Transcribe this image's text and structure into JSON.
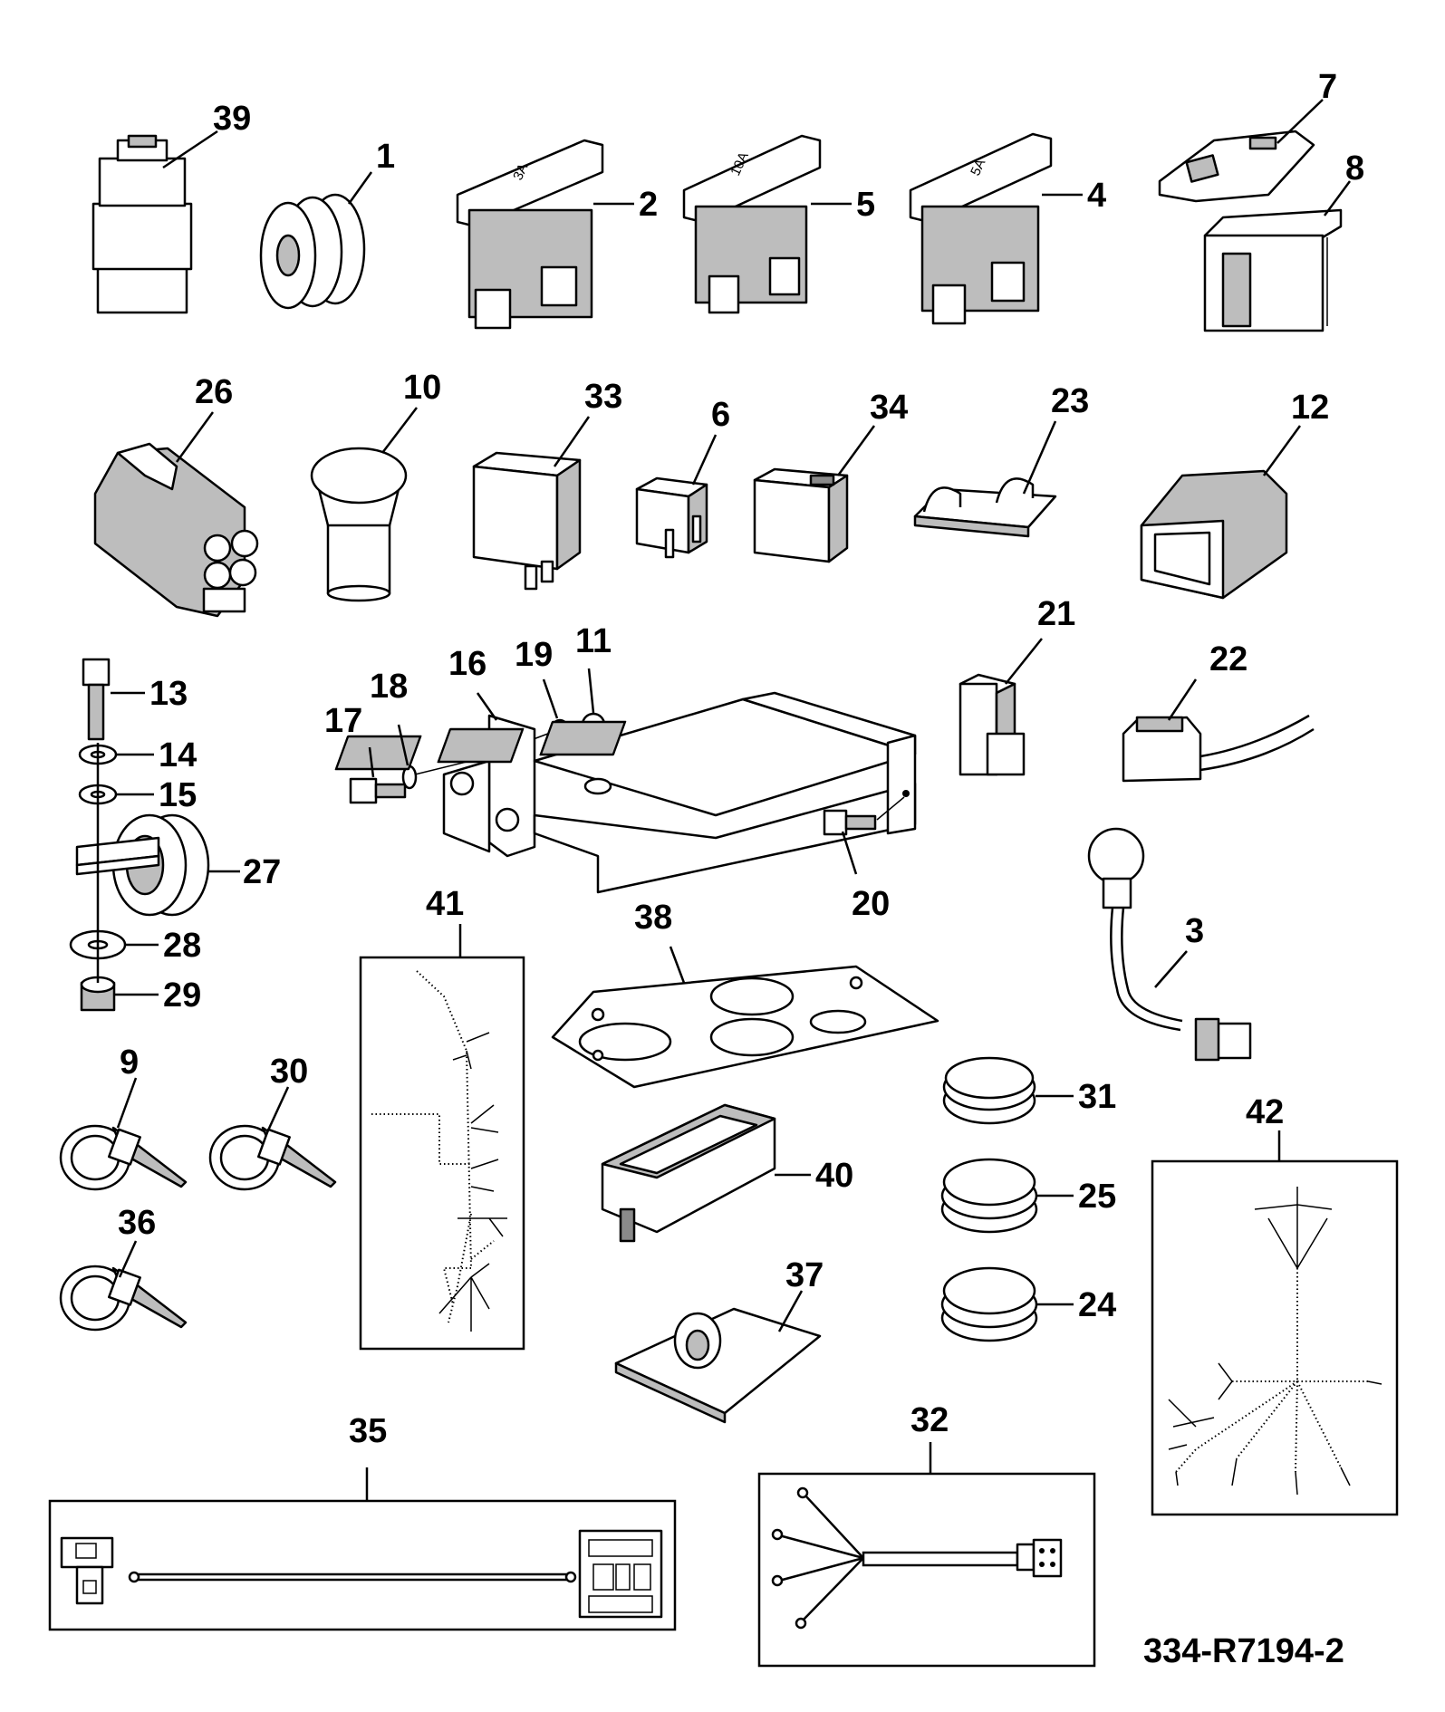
{
  "drawing_number": "334-R7194-2",
  "fuse_ratings": {
    "item2": "3A",
    "item5": "10A",
    "item4": "5A"
  },
  "callouts": {
    "c1": "1",
    "c2": "2",
    "c3": "3",
    "c4": "4",
    "c5": "5",
    "c6": "6",
    "c7": "7",
    "c8": "8",
    "c9": "9",
    "c10": "10",
    "c11": "11",
    "c12": "12",
    "c13": "13",
    "c14": "14",
    "c15": "15",
    "c16": "16",
    "c17": "17",
    "c18": "18",
    "c19": "19",
    "c20": "20",
    "c21": "21",
    "c22": "22",
    "c23": "23",
    "c24": "24",
    "c25": "25",
    "c26": "26",
    "c27": "27",
    "c28": "28",
    "c29": "29",
    "c30": "30",
    "c31": "31",
    "c32": "32",
    "c33": "33",
    "c34": "34",
    "c35": "35",
    "c36": "36",
    "c37": "37",
    "c38": "38",
    "c39": "39",
    "c40": "40",
    "c41": "41",
    "c42": "42"
  }
}
